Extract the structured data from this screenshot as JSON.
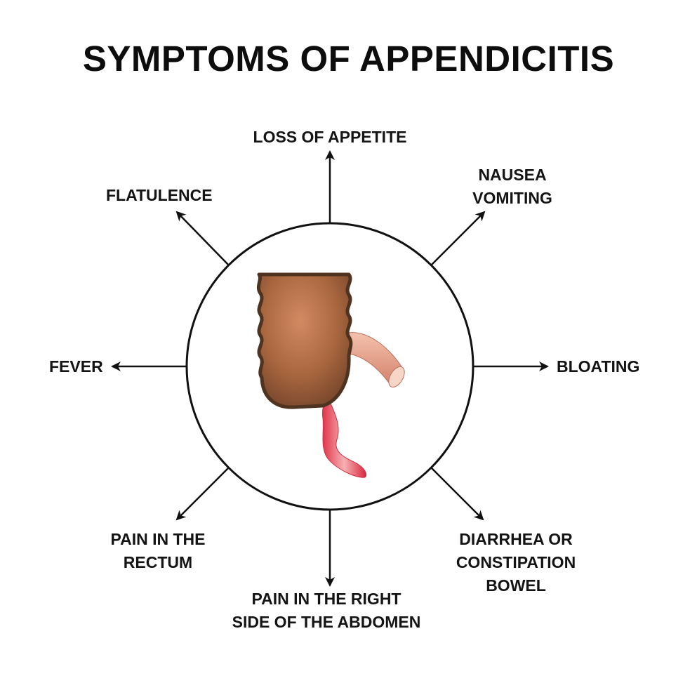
{
  "title": "SYMPTOMS OF APPENDICITIS",
  "symptoms": {
    "loss_of_appetite": "LOSS OF APPETITE",
    "nausea": [
      "NAUSEA",
      "VOMITING"
    ],
    "flatulence": "FLATULENCE",
    "fever": "FEVER",
    "bloating": "BLOATING",
    "rectum": [
      "PAIN IN THE",
      "RECTUM"
    ],
    "right_side": [
      "PAIN IN THE RIGHT",
      "SIDE OF THE ABDOMEN"
    ],
    "bowel": [
      "DIARRHEA OR",
      "CONSTIPATION",
      "BOWEL"
    ]
  },
  "colors": {
    "text": "#141414",
    "colon": "#a8663f",
    "colon_outline": "#5a3a25",
    "appendix_inflamed": "#e0344a",
    "ileum": "#e9a58f"
  }
}
